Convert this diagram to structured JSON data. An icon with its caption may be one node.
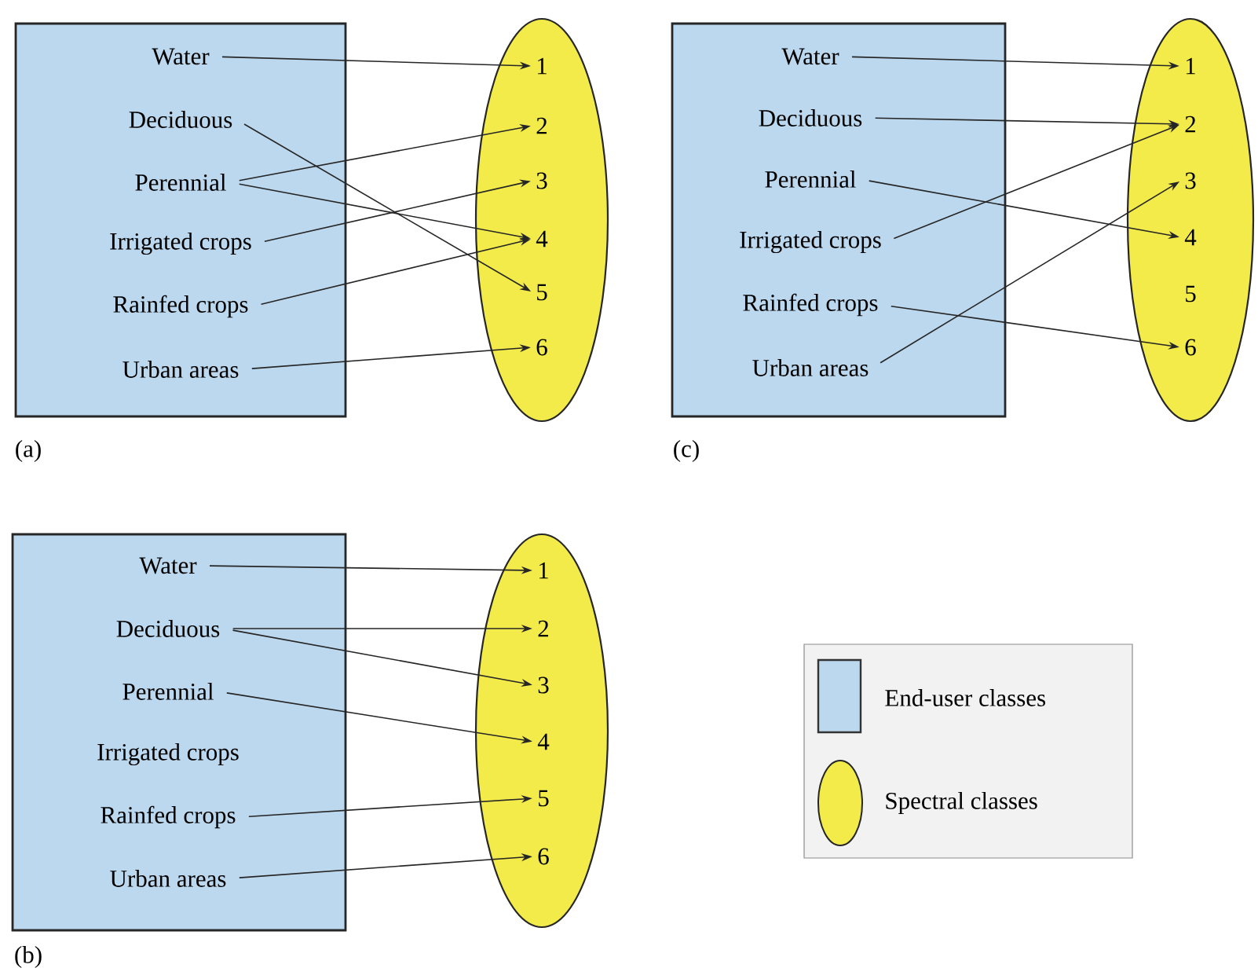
{
  "diagram": {
    "nodes": [
      {
        "text": [],
        "shape": "box"
      },
      {
        "text": [
          "Water"
        ],
        "in": 0
      },
      {
        "text": [
          "Deciduous"
        ],
        "in": 0
      },
      {
        "text": [
          "Perennial"
        ],
        "in": 0
      },
      {
        "text": [
          "Irrigated crops"
        ],
        "in": 0
      },
      {
        "text": [
          "Rainfed crops"
        ],
        "in": 0
      },
      {
        "text": [
          "Urban areas"
        ],
        "in": 0
      },
      {
        "text": [],
        "shape": "ellipse"
      },
      {
        "text": [
          "1"
        ],
        "in": 7
      },
      {
        "text": [
          "2"
        ],
        "in": 7
      },
      {
        "text": [
          "3"
        ],
        "in": 7
      },
      {
        "text": [
          "4"
        ],
        "in": 7
      },
      {
        "text": [
          "5"
        ],
        "in": 7
      },
      {
        "text": [
          "6"
        ],
        "in": 7
      },
      {
        "text": [],
        "shape": "box"
      },
      {
        "text": [
          "Water"
        ],
        "in": 14
      },
      {
        "text": [
          "Deciduous"
        ],
        "in": 14
      },
      {
        "text": [
          "Perennial"
        ],
        "in": 14
      },
      {
        "text": [
          "Irrigated crops"
        ],
        "in": 14
      },
      {
        "text": [
          "Rainfed crops"
        ],
        "in": 14
      },
      {
        "text": [
          "Urban areas"
        ],
        "in": 14
      },
      {
        "text": [],
        "shape": "ellipse"
      },
      {
        "text": [
          "1"
        ],
        "in": 21
      },
      {
        "text": [
          "2"
        ],
        "in": 21
      },
      {
        "text": [
          "3"
        ],
        "in": 21
      },
      {
        "text": [
          "4"
        ],
        "in": 21
      },
      {
        "text": [
          "5"
        ],
        "in": 21
      },
      {
        "text": [
          "6"
        ],
        "in": 21
      },
      {
        "text": [],
        "shape": "box"
      },
      {
        "text": [
          "Water"
        ],
        "in": 28
      },
      {
        "text": [
          "Deciduous"
        ],
        "in": 28
      },
      {
        "text": [
          "Perennial"
        ],
        "in": 28
      },
      {
        "text": [
          "Irrigated crops"
        ],
        "in": 28
      },
      {
        "text": [
          "Rainfed crops"
        ],
        "in": 28
      },
      {
        "text": [
          "Urban areas"
        ],
        "in": 28
      },
      {
        "text": [],
        "shape": "ellipse"
      },
      {
        "text": [
          "1"
        ],
        "in": 35
      },
      {
        "text": [
          "2"
        ],
        "in": 35
      },
      {
        "text": [
          "3"
        ],
        "in": 35
      },
      {
        "text": [
          "4"
        ],
        "in": 35
      },
      {
        "text": [
          "5"
        ],
        "in": 35
      },
      {
        "text": [
          "6"
        ],
        "in": 35
      }
    ],
    "edges": [
      {
        "from": 1,
        "to": 8,
        "arrow": "to"
      },
      {
        "from": 2,
        "to": 12,
        "arrow": "to"
      },
      {
        "from": 3,
        "to": 9,
        "arrow": "to"
      },
      {
        "from": 3,
        "to": 11,
        "arrow": "to"
      },
      {
        "from": 4,
        "to": 10,
        "arrow": "to"
      },
      {
        "from": 5,
        "to": 11,
        "arrow": "to"
      },
      {
        "from": 6,
        "to": 13,
        "arrow": "to"
      },
      {
        "from": 15,
        "to": 22,
        "arrow": "to"
      },
      {
        "from": 16,
        "to": 23,
        "arrow": "to"
      },
      {
        "from": 17,
        "to": 25,
        "arrow": "to"
      },
      {
        "from": 18,
        "to": 23,
        "arrow": "to"
      },
      {
        "from": 19,
        "to": 27,
        "arrow": "to"
      },
      {
        "from": 20,
        "to": 24,
        "arrow": "to"
      },
      {
        "from": 29,
        "to": 36,
        "arrow": "to"
      },
      {
        "from": 30,
        "to": 37,
        "arrow": "to"
      },
      {
        "from": 30,
        "to": 38,
        "arrow": "to"
      },
      {
        "from": 31,
        "to": 39,
        "arrow": "to"
      },
      {
        "from": 33,
        "to": 40,
        "arrow": "to"
      },
      {
        "from": 34,
        "to": 41,
        "arrow": "to"
      }
    ],
    "labels": [
      "(a)",
      "(c)",
      "(b)"
    ],
    "legend": [
      {
        "text": "End-user classes",
        "color": "#bcd8ee"
      },
      {
        "text": "Spectral classes",
        "color": "#f2eb4a"
      }
    ]
  }
}
